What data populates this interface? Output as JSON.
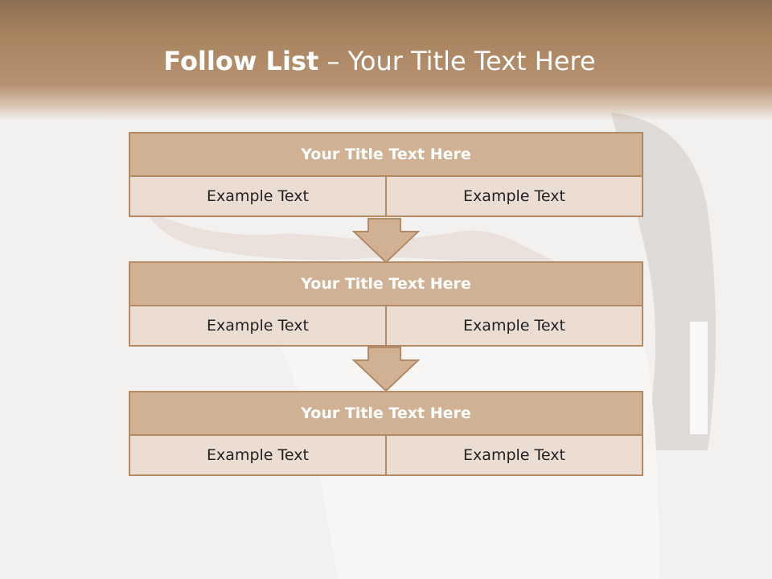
{
  "slide": {
    "title_bold": "Follow List",
    "title_rest": "– Your Title Text Here"
  },
  "steps": [
    {
      "title": "Your Title Text Here",
      "left": "Example Text",
      "right": "Example Text"
    },
    {
      "title": "Your Title Text Here",
      "left": "Example Text",
      "right": "Example Text"
    },
    {
      "title": "Your Title Text Here",
      "left": "Example Text",
      "right": "Example Text"
    }
  ],
  "colors": {
    "header": "#a9845f",
    "box_title": "#d1b194",
    "box_body": "#ecddd3",
    "border": "#b48a64"
  }
}
